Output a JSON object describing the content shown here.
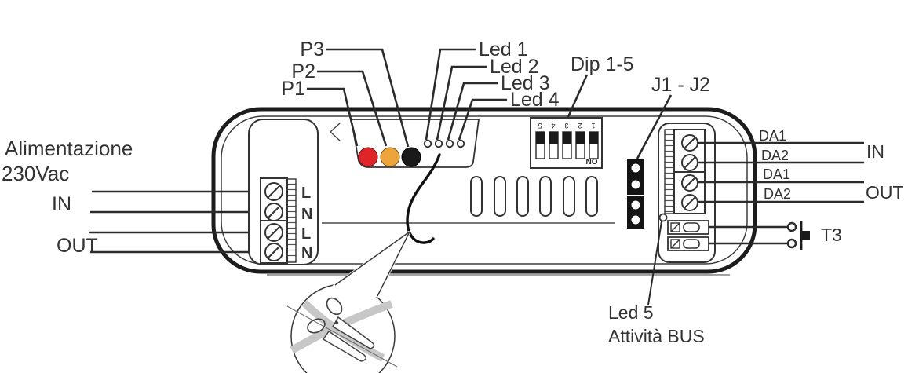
{
  "power": {
    "title_line1": "Alimentazione",
    "title_line2": "230Vac",
    "in_label": "IN",
    "out_label": "OUT",
    "terminal_labels": [
      "L",
      "N",
      "L",
      "N"
    ]
  },
  "front_panel": {
    "p1": "P1",
    "p2": "P2",
    "p3": "P3",
    "led1": "Led 1",
    "led2": "Led 2",
    "led3": "Led 3",
    "led4": "Led 4",
    "button_colors": {
      "p1_red": "#e02529",
      "p2_orange": "#eda43c",
      "p3_black": "#1a1a1a"
    }
  },
  "dip_switch": {
    "label": "Dip 1-5",
    "numbers": [
      "5",
      "4",
      "3",
      "2",
      "1"
    ],
    "on_label": "ON",
    "positions": [
      "up",
      "up",
      "up",
      "up",
      "up"
    ]
  },
  "jumpers": {
    "label": "J1 - J2"
  },
  "bus": {
    "in_da1": "DA1",
    "in_da2": "DA2",
    "out_da1": "DA1",
    "out_da2": "DA2",
    "in_label": "IN",
    "out_label": "OUT"
  },
  "t3_button": {
    "label": "T3"
  },
  "led5": {
    "label_line1": "Led 5",
    "label_line2": "Attività BUS"
  }
}
